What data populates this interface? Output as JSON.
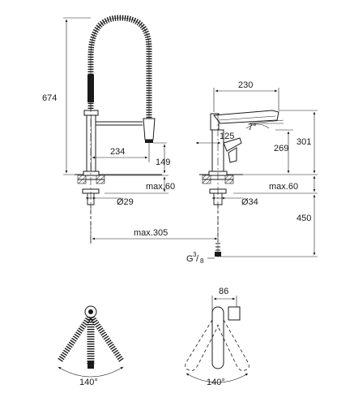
{
  "dimensions": {
    "height_total_left": "674",
    "spout_reach_left": "234",
    "height_outlet_left": "149",
    "max_deck_left": "max.60",
    "hole_dia_left": "Ø29",
    "hose_length": "max.305",
    "spout_reach_right": "230",
    "angle_right": "7°",
    "outlet_offset_right": "125",
    "height_outlet_right": "269",
    "height_total_right": "301",
    "max_deck_right": "max.60",
    "hole_dia_right": "Ø34",
    "below_deck_right": "450",
    "connection_thread": "G",
    "connection_thread_num": "3",
    "connection_thread_den": "8",
    "swivel_left": "140°",
    "swivel_right": "140°",
    "handle_width_right": "86"
  },
  "colors": {
    "line": "#1a1a1a",
    "background": "#ffffff"
  }
}
